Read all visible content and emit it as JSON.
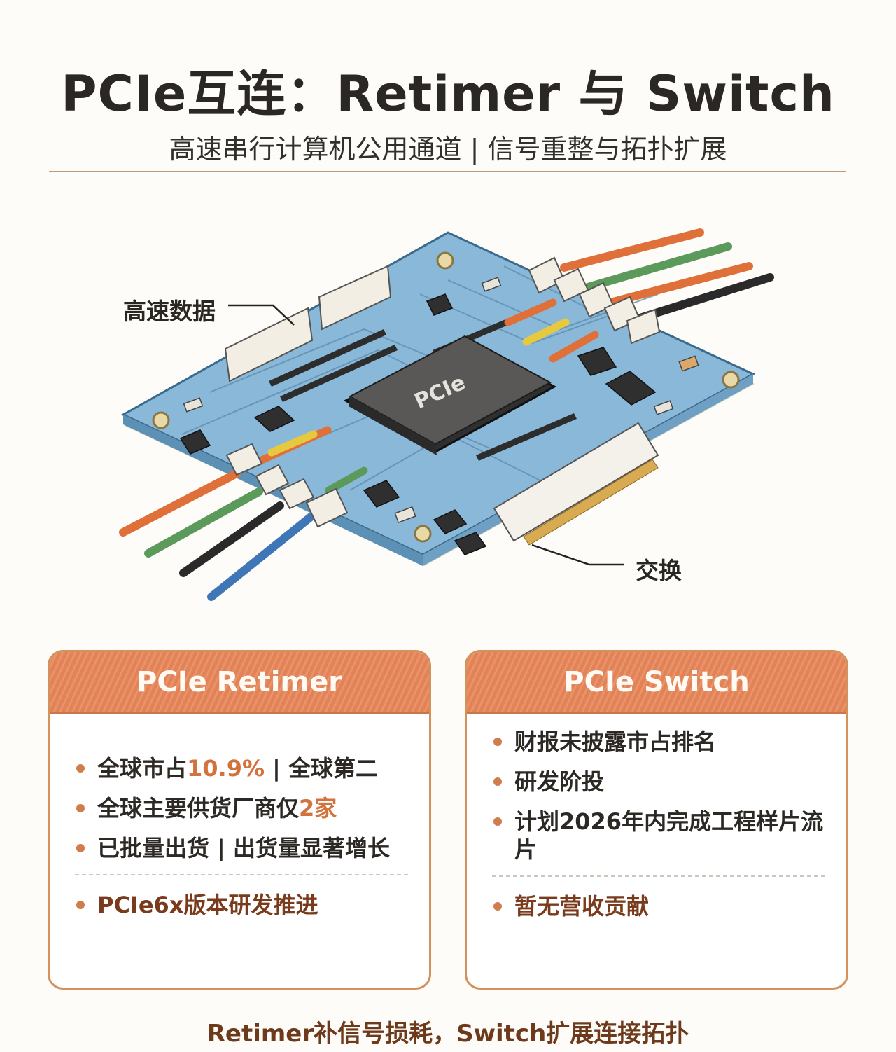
{
  "header": {
    "title": "PCIe互连：Retimer 与 Switch",
    "subtitle": "高速串行计算机公用通道 | 信号重整与拓扑扩展"
  },
  "diagram": {
    "chip_label": "PCIe",
    "callout_data": "高速数据",
    "callout_switch": "交换"
  },
  "retimer_card": {
    "title": "PCIe Retimer",
    "items": [
      {
        "pre": "全球市占",
        "hl": "10.9%",
        "post": " | 全球第二"
      },
      {
        "pre": "全球主要供货厂商仅",
        "hl": "2家",
        "post": ""
      },
      {
        "pre": "已批量出货 | 出货量显著增长",
        "hl": "",
        "post": ""
      }
    ],
    "extra": "PCIe6x版本研发推进"
  },
  "switch_card": {
    "title": "PCIe Switch",
    "items": [
      "财报未披露市占排名",
      "研发阶投",
      "计划2026年内完成工程样片流片"
    ],
    "extra": "暂无营收贡献"
  },
  "footer": {
    "text": "Retimer补信号损耗，Switch扩展连接拓扑"
  },
  "colors": {
    "accent": "#e8875a",
    "highlight": "#d2733d",
    "board": "#8ab8d8"
  }
}
